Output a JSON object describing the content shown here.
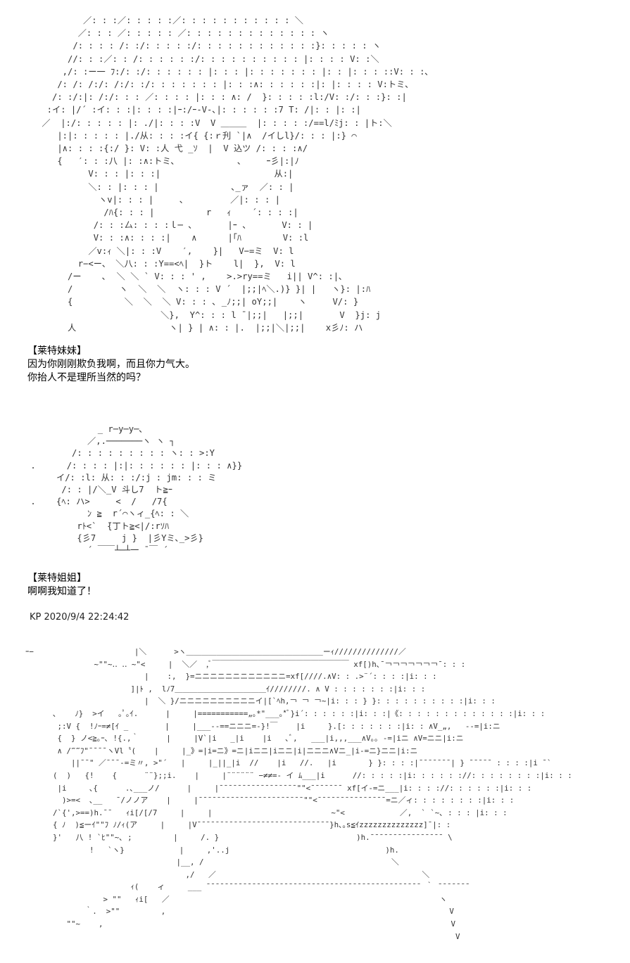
{
  "art": {
    "ascii_art_1": "         ／: : :／: : : : :／: : : : : : : : : : : ＼\n        ／: : : ／: : : : : ／: : : : : : : : : : : : : ヽ\n       /: : : : /: :/: : : : :/: : : : : : : : : : : :}: : : : : ヽ\n      //: : :／: : /: : : : : :/: : : : : : : : : : |: : : : V: :＼\n     ,/: :ー一 ﾌ:/: :/: : : : : : |: : : |: : : : : : : |: : |: : : ::V: : :､\n    /: /: /:/: /:/: :/: : : : : : : |: : :∧: : : : : :|: |: : : : V:トミ､\n   /: :/:|: /:/: : : ／: : : : |: : : ∧: /  }: : : : :l:/V: :/: : :}: :|\n  :イ: |/´ :イ: : :|: : : :|ｰ:/ｰ-V-､|: : : : : :7 T: /|: : |: :|\n ／  |:/: : : : : |: ./|: : : :V  V ＿＿＿  |: : : : :/==l/ﾐj: : |ト:＼\n    |:|: : : : : |./从: : : :イ{ {:ｒ刋 `|∧  /イしl}/: : : |:} ⌒\n    |∧: : : :{:/ }: V: :人 弋 _ｿ  |  V 込ツ /: : : :∧/\n    {   ′: : :八 |: :∧:トミ､            、    ｰ彡|:|ﾉ\n          V: : : |: : :|                      从:|\n          ＼: : |: : : |              ､_ァ  ／: : |\n            ヽv|: : : |     ､         ／|: : : |\n             /ﾊ{: : : |          r   ｨ    ´: : : :|\n           /: : :厶: : : :ｌ─ 、      |ｰ 、      V: : |\n           V: : :∧: : : :|    ∧      |｢ﾊ        V: :l\n          ／v:ｨ ＼|: : :V    ′,    }|   V−=ミ  V: l\n        r−<ー、 ＼八: : :Y==<ﾍ|  }ト    l|  },  V: l\n      /ー    ､  ＼ ＼ ` V: : : ' ,    >.>ry==ミ   i|| V^: :|､\n      /         ヽ  ＼  ＼  ヽ: : : V ´  |;;|ﾍ＼.)} }| |   ヽ}: |:ﾊ\n      {          ＼  ＼  ＼ V: : : ､ _ﾉ;;| oY;;|    ヽ     V/: }\n                        ＼},  Y^: : : l ¯|;;|   |;;|       V  }j: j\n      人                  ヽ| } | ∧: : |.  |;;|＼|;;|    x彡ﾉ: ハ",
    "ascii_art_2": "              _ r─y─y─､\n            ／,.───────ヽ ヽ ┐\n         /: : : : : : : : : ヽ: : >:Y\n .      /: : : : |:|: : : : : : |: : : ∧}}\n      イ/: :l: 从: : :/:j : jm: : : ミ\n       /: : |/＼_V 斗し7  ト≧ｰ\n .    {ﾍ: ハ>     <  /   /7{\n            ﾝ ≧  r´⌒ヽィ_{ﾍ: : ＼\n          rﾄ<`  ̄{丁ト≧<|/:rｿﾊ\n          {彡7     j }  |彡Yミ､_>彡}\n            ´ ￣￣┴─┴一 ¯￣ ´",
    "ascii_art_3": "ｰ−                      |＼      >ヽ＿＿＿＿＿＿＿＿＿＿＿＿＿＿＿＿＿＿ーｨ//////////////／\n               ~\"\"~‥ ‥ ~\"<     |  ＼／  ,ﾞ￣￣￣￣￣￣￣￣￣￣￣￣￣￣￣￣￣￣ xf[)h､¯￢￢￢￢￢￢￢¯: : :\n                          |    :,  }=ニニニニニニニニニニニニ=xf[////.∧V: : .>¨´: : : :|i: : :\n                       ]|ﾄ ,  lﾉ7＿＿＿＿＿＿＿＿＿＿＿＿ｲ////////. ∧ V : : : : : : :|i: : :\n                          |  ＼ }/ニニニニニニニニニニイ|[`ﾍh,￢ ￢ ￢~|i: : : } }: : : : : : : : : :|i: : :\n      ､    ﾉ}  >イ   ｡ﾟ｡ｲ.      |     |===========„｡*\"___｡*ﾞ}i´: : : : : :|i: : :|《: : : : : : : : : : : : :|i: : :\n       ;:V {  !ﾉｰ=≠[ｲ _        |     |___--==ニニニ=-}!￣    |i     }.[: : : : : : :|i: : ∧V_„,   --=|i:ニ\n       {  } ノ<≧｡ｰ､ !{.,｀      |     |V`|i   _|i    |i   ､ﾞ,   ___|i,,,___∧V｡｡ -=|iニ ∧V=ニニ|i:ニ\n       ∧ /‴‴ﾌ\"¯¯¯¯ヽVl〝(    |     |_》=|i=ニ》=ニ|iニニ|iニニ|i|ニニニ∧Vニ_|i-=ニ}ニニ|i:ニ\n          ||¯¯\" ／¯¯¯-=ミ〃, >\"´   |     |_||_|i  //    |i   //.   |i       } }: : : :|¯¯¯¯¯¯¯| } ¯¯¯¯¯ : : : :|i ¯`\n      (  )   {!    {      ¨¨};;i.    |     |¨¨¨¨¨¨ −≠≠=- イ ﾑ___|i      //: : : : :|i: : : : : ://: : : : : : : :|i: : :\n       |i     ､{      .､___ノ/      |     |¯¯¯¯¯¯¯¯¯¯¯¯¯¯¯¯¯\"\"<¯¯¯¯¯¯¯ xf[イ-=ニ___|i: : : ://: : : : : :|i: : :\n        )>=<  ､__   ¯/ノノア    |     |¯¯¯¯¯¯¯¯¯¯¯¯¯¯¯¯¯¯¯¯¯¯¯\"\"<¯¯¯¯¯¯¯¯¯¯¯¯¯¯¯=ニ／ィ: : : : : : : :|i: : :\n      /`{',>==)h.¯¯   ｨi[/[/7     |     |                          ~\"<            ／,  ` `~､ : : : |i: : :\n      { ﾉ  )≦ーｲ\"\"ﾌ ﾉ/ｨ(ア     |     |V¯¯¯¯¯¯¯¯¯¯¯¯¯¯¯¯¯¯¯¯¯¯¯¯¯¯¯¯¯}h､｡s≦ｲzzzzzzzzzzzzzz]¯|: :\n      }'   八 ! `ﾋ\"\"~､ ;         |     /. }                              )h.¯¯¯¯¯¯¯¯¯¯¯¯¯¯¯¯ \\\n              !   `ヽ}            |     ,'..j                                  )h.\n                                 |__, /                                         ＼\n                                   ,/   ／                                             ＼\n                       ｨ(    ィ     ___ ¯¯¯¯¯¯¯¯¯¯¯¯¯¯¯¯¯¯¯¯¯¯¯¯¯¯¯¯¯¯¯¯¯¯¯¯¯¯¯¯¯¯¯¯¯¯¯ ｀ ¯¯¯¯¯¯¯\n                 > \"\"   ｨi[   ／                                                           ヽ\n             ｀.  >\"\"         ,                                                              V\n         \"\"~    ,                                                                            V\n                                                                                              V"
  },
  "dialogues": [
    {
      "lines": [
        "【莱特妹妹】",
        "因为你刚刚欺负我啊，而且你力气大。",
        "你抬人不是理所当然的吗？"
      ]
    },
    {
      "lines": [
        "【莱特姐姐】",
        "啊啊我知道了！"
      ]
    }
  ],
  "post": {
    "meta": "KP 2020/9/4 22:24:42"
  }
}
